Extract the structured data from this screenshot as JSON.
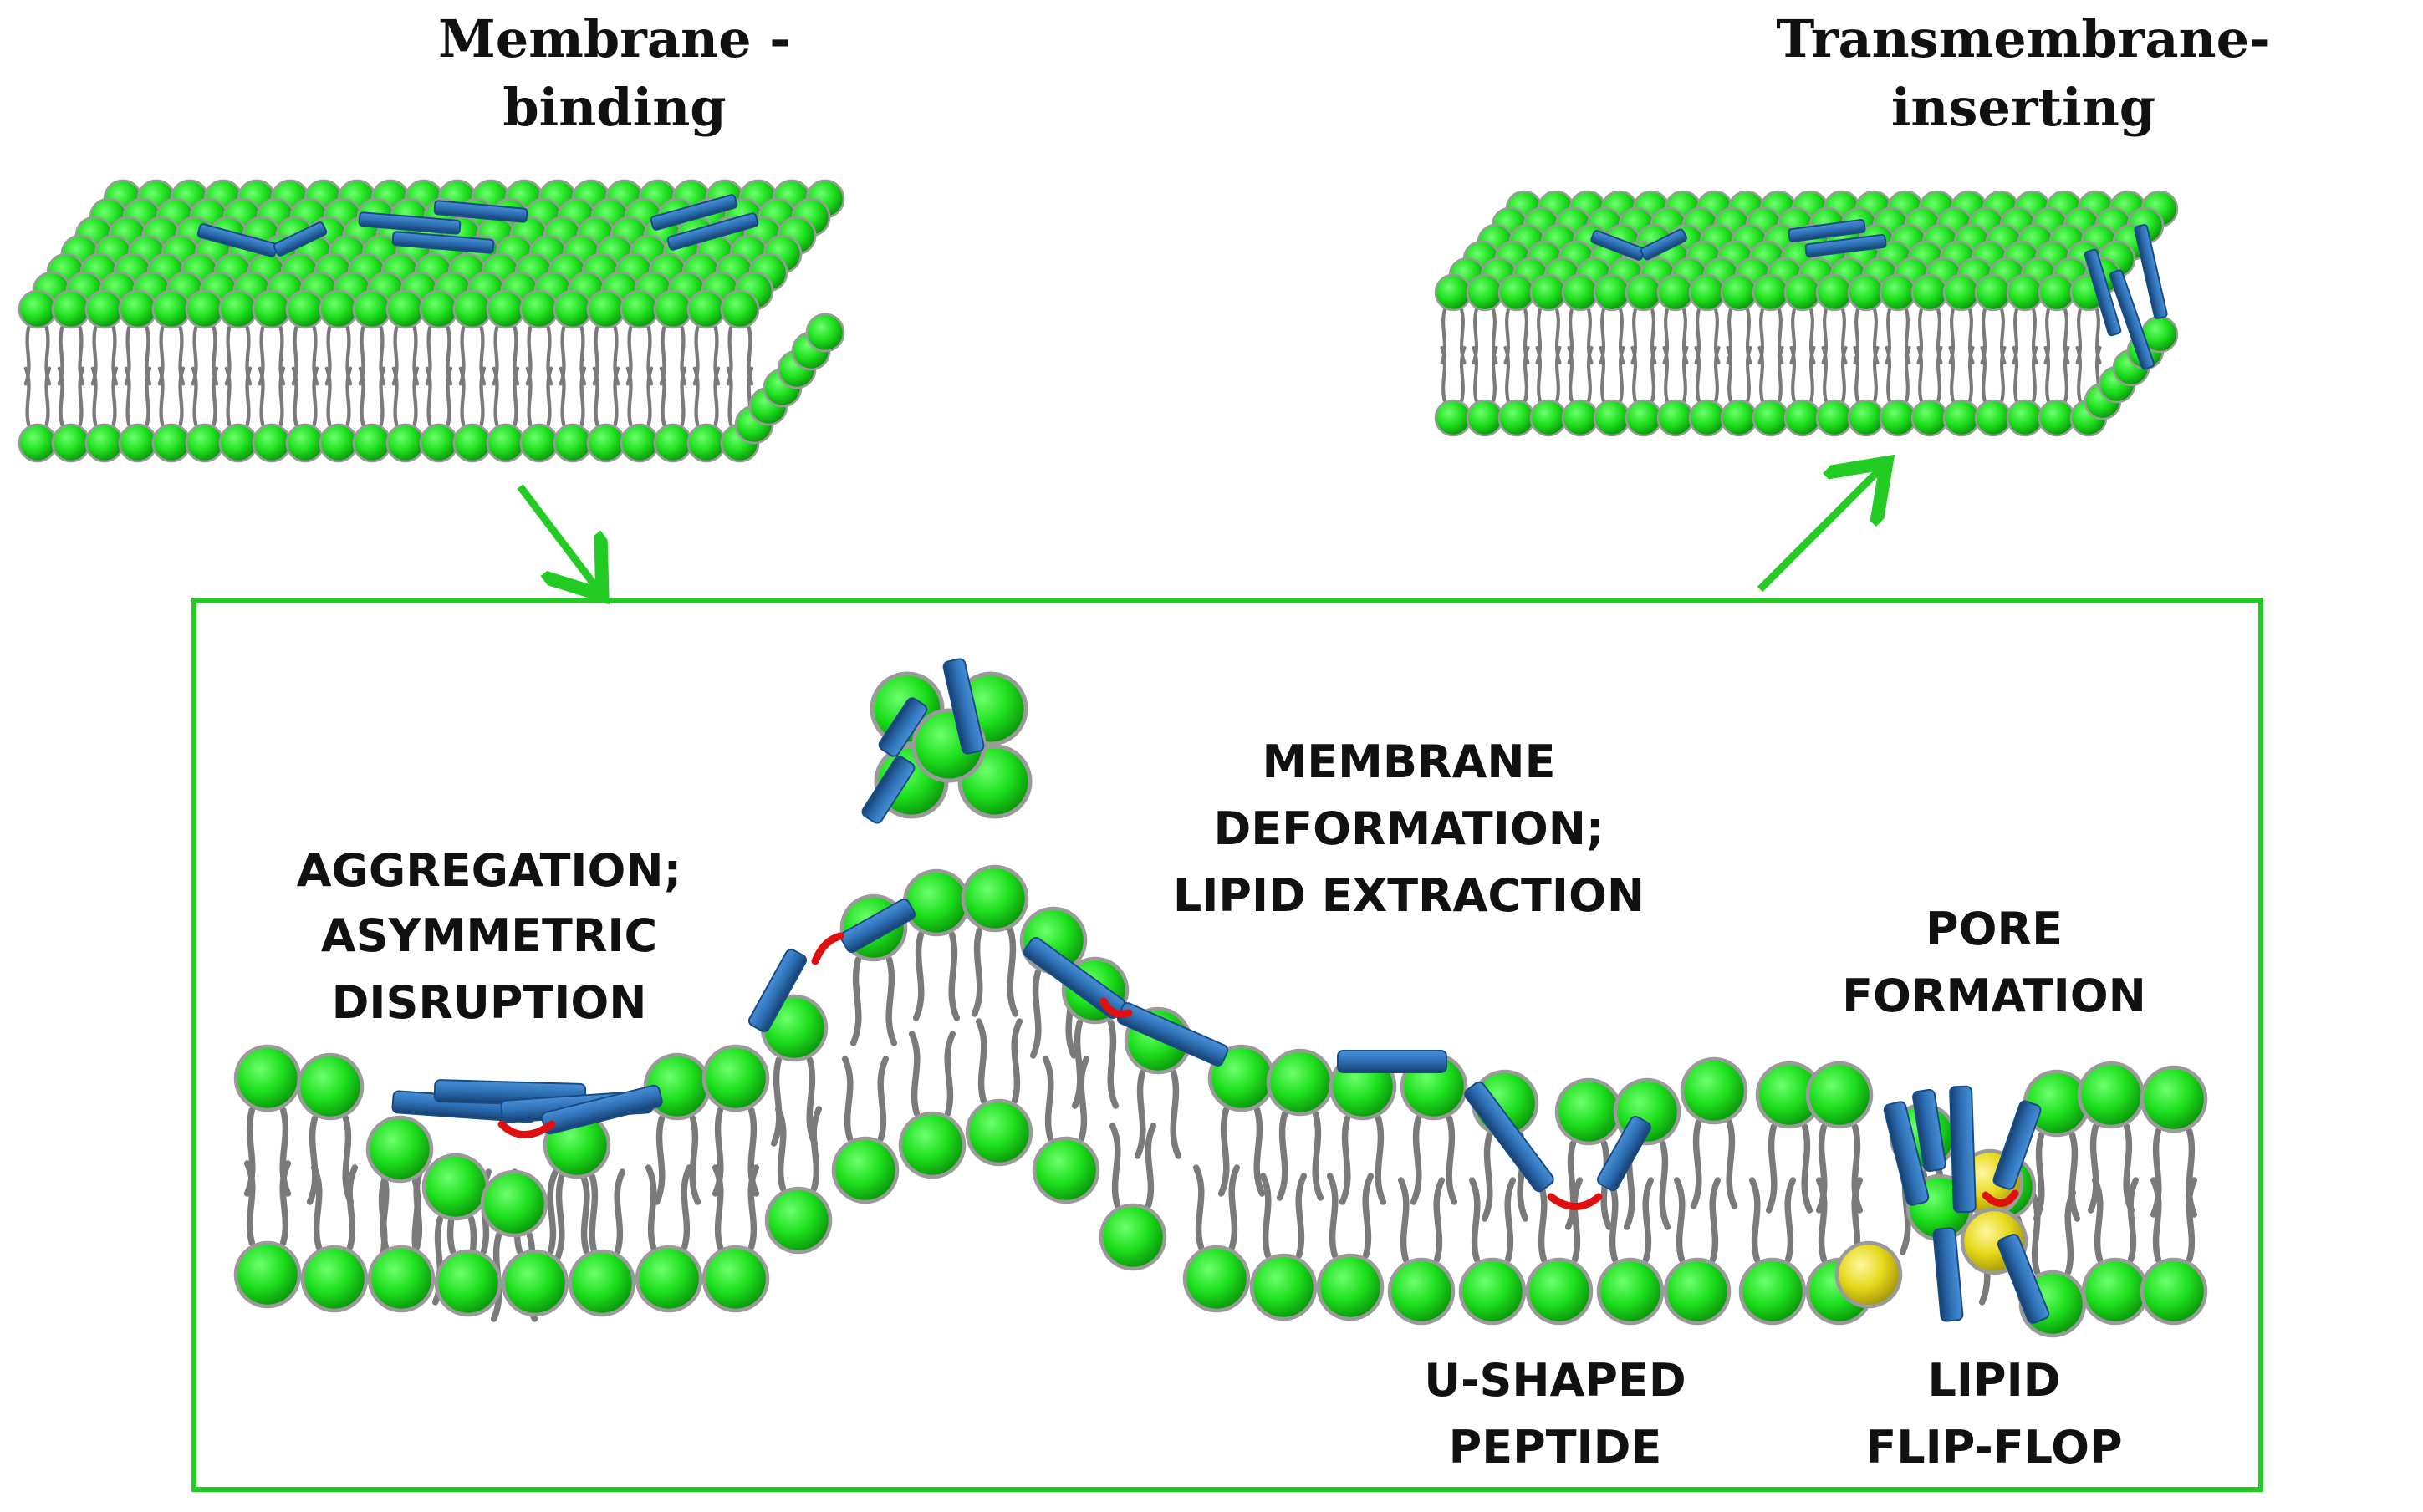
{
  "colors": {
    "lipid_head": "#1ee01e",
    "lipid_head_dark": "#0b9a0b",
    "lipid_head_edge": "#9a9a9a",
    "lipid_tail": "#7a7a7a",
    "peptide": "#2c6fb4",
    "peptide_dark": "#184c86",
    "hinge": "#e01010",
    "flip_lipid": "#e6d81a",
    "frame": "#22cc22",
    "arrow": "#22cc22",
    "text": "#111111"
  },
  "top_left": {
    "title_line1": "Membrane -",
    "title_line2": "binding"
  },
  "top_right": {
    "title_line1": "Transmembrane-",
    "title_line2": "inserting"
  },
  "panel": {
    "aggregation": [
      "AGGREGATION;",
      "ASYMMETRIC",
      "DISRUPTION"
    ],
    "deformation": [
      "MEMBRANE",
      "DEFORMATION;",
      "LIPID EXTRACTION"
    ],
    "pore": [
      "PORE",
      "FORMATION"
    ],
    "u_shaped": [
      "U-SHAPED",
      "PEPTIDE"
    ],
    "flipflop": [
      "LIPID",
      "FLIP-FLOP"
    ]
  }
}
